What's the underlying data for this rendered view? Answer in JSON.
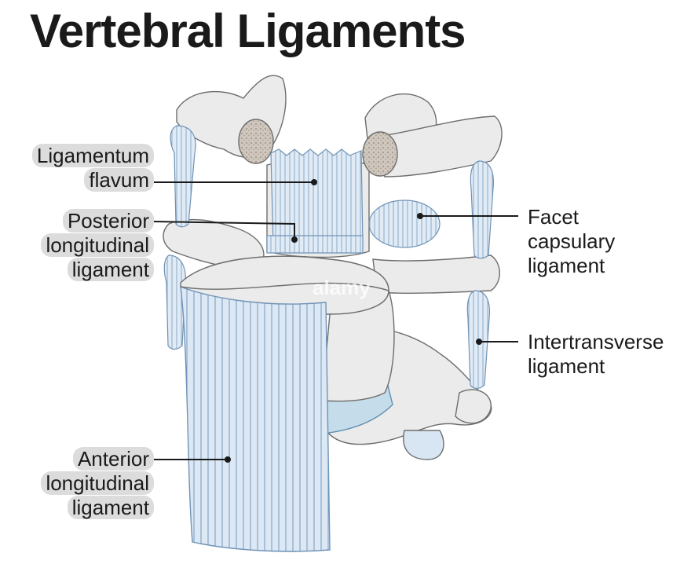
{
  "title": "Vertebral Ligaments",
  "watermark": "alamy",
  "labels": {
    "ligamentum_flavum": [
      "Ligamentum",
      "flavum"
    ],
    "posterior_longitudinal": [
      "Posterior",
      "longitudinal",
      "ligament"
    ],
    "anterior_longitudinal": [
      "Anterior",
      "longitudinal",
      "ligament"
    ],
    "facet_capsulary": [
      "Facet",
      "capsulary",
      "ligament"
    ],
    "intertransverse": [
      "Intertransverse",
      "ligament"
    ]
  },
  "colors": {
    "bone": "#ebebeb",
    "bone_outline": "#6e6e6e",
    "ligament": "#dbe7f3",
    "ligament_line": "#8aa7c4",
    "disc": "#c5dcea",
    "label_bg": "#dcdcdc"
  }
}
